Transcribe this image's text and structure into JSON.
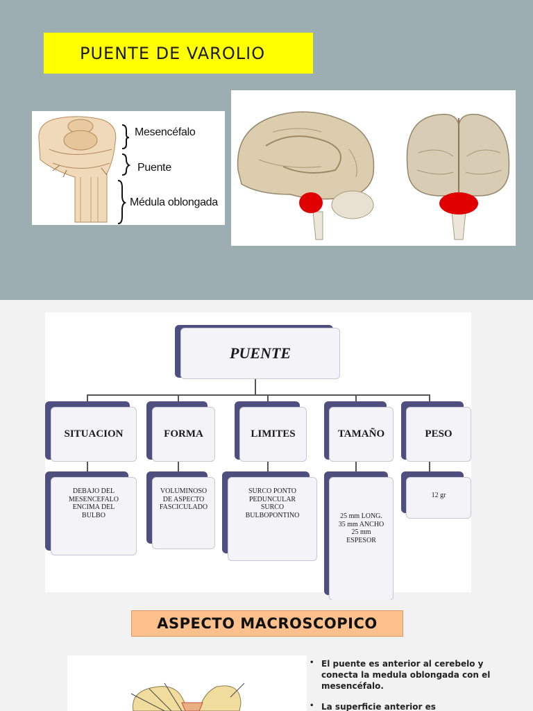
{
  "slide1": {
    "title": "PUENTE DE VAROLIO",
    "brainstem_labels": {
      "mesencefalo": "Mesencéfalo",
      "puente": "Puente",
      "medula": "Médula oblongada"
    }
  },
  "slide2": {
    "root": "PUENTE",
    "columns": [
      {
        "header": "SITUACION",
        "leaf": "DEBAJO DEL\nMESENCEFALO\nENCIMA DEL\nBULBO"
      },
      {
        "header": "FORMA",
        "leaf": "VOLUMINOSO\nDE ASPECTO\nFASCICULADO"
      },
      {
        "header": "LIMITES",
        "leaf": "SURCO PONTO\nPEDUNCULAR\nSURCO\nBULBOPONTINO"
      },
      {
        "header": "TAMAÑO",
        "leaf": "25 mm LONG.\n35 mm ANCHO\n25 mm\nESPESOR"
      },
      {
        "header": "PESO",
        "leaf": "12 gr"
      }
    ]
  },
  "slide3": {
    "title": "ASPECTO MACROSCOPICO",
    "bullets": [
      "El puente es anterior al cerebelo y conecta la medula oblongada con el mesencéfalo.",
      "La superficie anterior es"
    ]
  },
  "colors": {
    "slide1_bg": "#9daeb3",
    "title_bg": "#ffff00",
    "node_shadow": "#4f4f7f",
    "macro_title_bg": "#fbc08c",
    "highlight_red": "#e00000"
  }
}
